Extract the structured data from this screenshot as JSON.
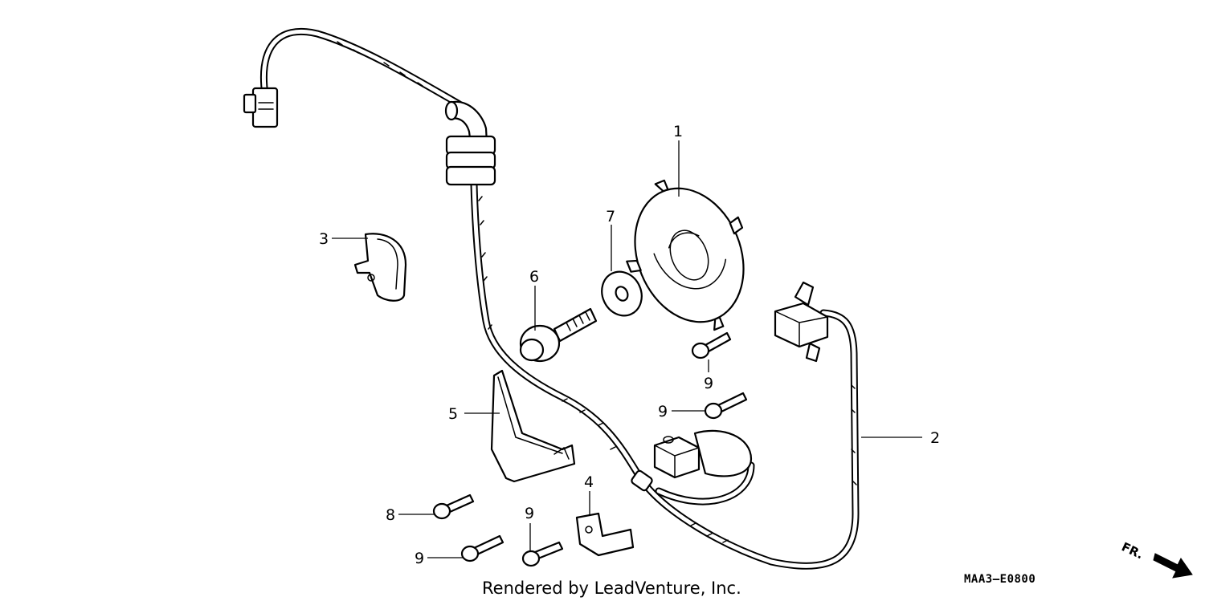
{
  "diagram": {
    "callouts": [
      {
        "id": "c1",
        "label": "1"
      },
      {
        "id": "c2",
        "label": "2"
      },
      {
        "id": "c3",
        "label": "3"
      },
      {
        "id": "c4",
        "label": "4"
      },
      {
        "id": "c5",
        "label": "5"
      },
      {
        "id": "c6",
        "label": "6"
      },
      {
        "id": "c7",
        "label": "7"
      },
      {
        "id": "c8",
        "label": "8"
      },
      {
        "id": "c9a",
        "label": "9"
      },
      {
        "id": "c9b",
        "label": "9"
      },
      {
        "id": "c9c",
        "label": "9"
      },
      {
        "id": "c9d",
        "label": "9"
      }
    ],
    "diagram_code": "MAA3—E0800",
    "front_marker": "FR.",
    "credit": "Rendered by LeadVenture, Inc."
  }
}
